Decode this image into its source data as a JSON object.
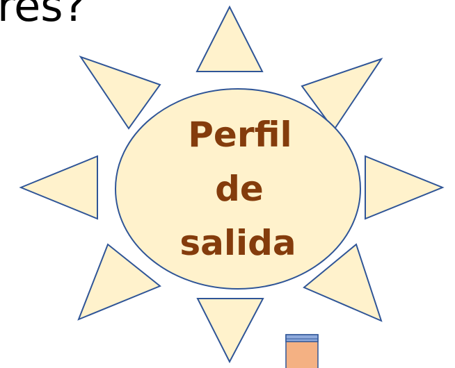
{
  "heading": {
    "text": "res?"
  },
  "sun": {
    "center_label": [
      "Perfil",
      "de",
      "salida"
    ],
    "colors": {
      "fill": "#FFF2CC",
      "stroke": "#2F5597",
      "label": "#843C0C"
    }
  },
  "side_object": {
    "colors": {
      "body": "#F4B183",
      "band": "#8FAADC",
      "outline": "#2F5597"
    }
  }
}
